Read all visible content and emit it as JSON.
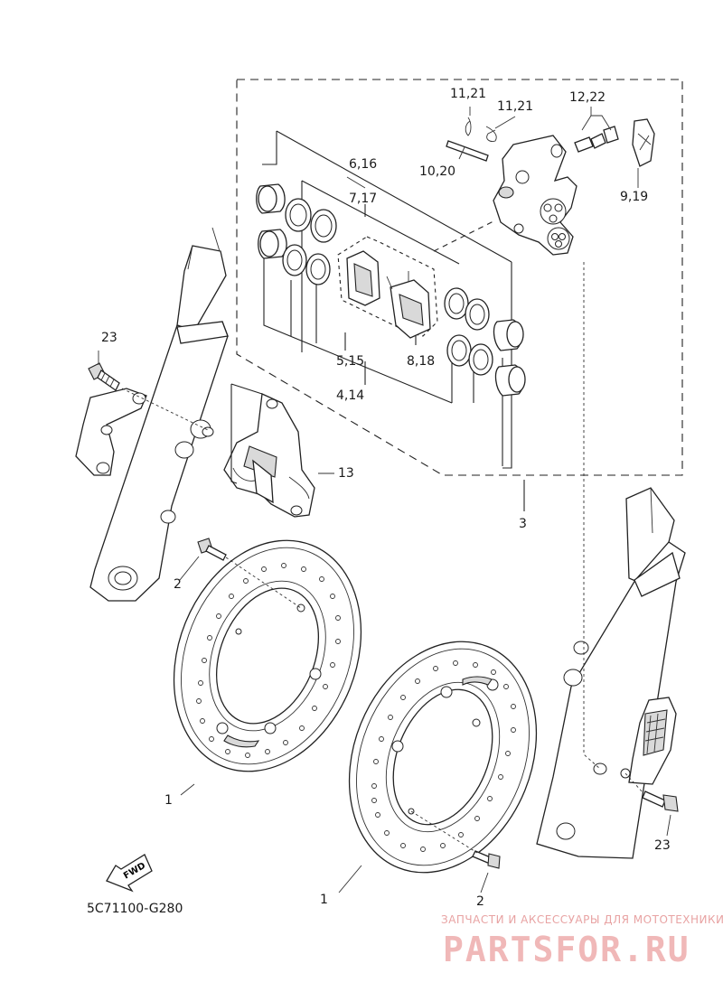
{
  "diagram": {
    "code": "5C71100-G280",
    "fwd_label": "FWD",
    "callouts": {
      "c1_left": "1",
      "c1_right": "1",
      "c2_left": "2",
      "c2_right": "2",
      "c3": "3",
      "c4_14": "4,14",
      "c5_15": "5,15",
      "c6_16": "6,16",
      "c7_17": "7,17",
      "c8_18": "8,18",
      "c9_19": "9,19",
      "c10_20": "10,20",
      "c11_21_a": "11,21",
      "c11_21_b": "11,21",
      "c12_22": "12,22",
      "c13": "13",
      "c23_left": "23",
      "c23_right": "23"
    }
  },
  "watermark": {
    "tagline": "ЗАПЧАСТИ И АКСЕССУАРЫ ДЛЯ МОТОТЕХНИКИ",
    "brand": "PARTSFOR.RU"
  }
}
